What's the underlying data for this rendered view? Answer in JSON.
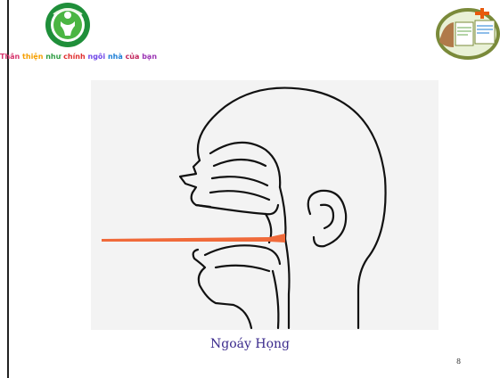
{
  "header": {
    "tagline_words": [
      {
        "text": "Thân",
        "color": "#d6336c"
      },
      {
        "text": "thiện",
        "color": "#f59f00"
      },
      {
        "text": "như",
        "color": "#2f9e44"
      },
      {
        "text": "chính",
        "color": "#e03131"
      },
      {
        "text": "ngôi",
        "color": "#7048e8"
      },
      {
        "text": "nhà",
        "color": "#1c7ed6"
      },
      {
        "text": "của",
        "color": "#c2255c"
      },
      {
        "text": "bạn",
        "color": "#9c36b5"
      }
    ]
  },
  "illustration": {
    "figure_icon": "head-profile-swab-illustration",
    "swab_color": "#f06a3a"
  },
  "caption": "Ngoáy Họng",
  "slide_number": "8"
}
